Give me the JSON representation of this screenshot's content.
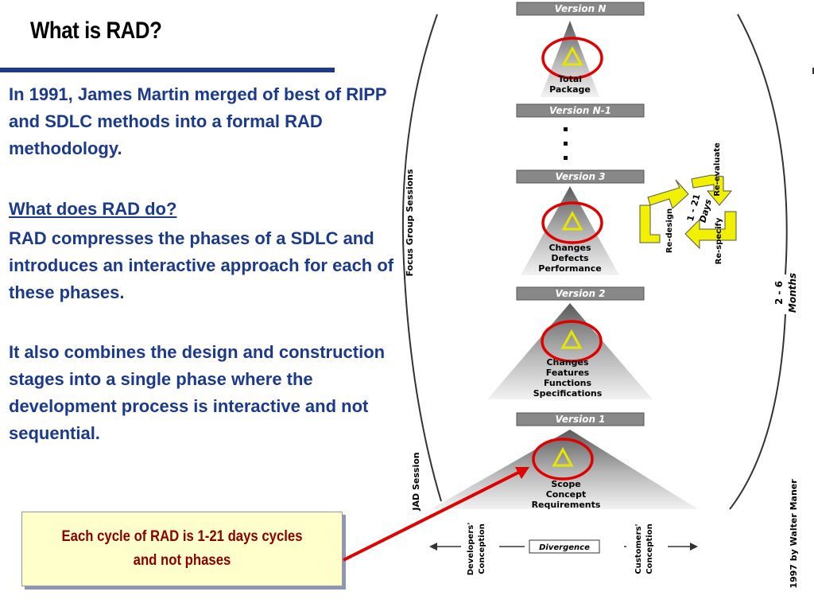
{
  "slide": {
    "title": "What is RAD?",
    "paragraph1": "In 1991, James Martin merged of best of  RIPP and SDLC methods into a formal RAD methodology.",
    "question": "What does RAD do?",
    "paragraph2": "RAD compresses the phases of a SDLC and introduces an interactive approach for each of these phases.",
    "paragraph3": "It also combines the design and construction stages into a single phase where the development process is interactive and not sequential.",
    "callout": "Each cycle of RAD is 1-21 days cycles and not phases"
  },
  "diagram": {
    "versions": [
      "Version N",
      "Version N-1",
      "Version 3",
      "Version 2",
      "Version 1"
    ],
    "stages": [
      [
        "Total",
        "Package"
      ],
      [
        "Changes",
        "Defects",
        "Performance"
      ],
      [
        "Changes",
        "Features",
        "Functions",
        "Specifications"
      ],
      [
        "Scope",
        "Concept",
        "Requirements"
      ]
    ],
    "focus_group": "Focus Group Sessions",
    "jad": "JAD Session",
    "months": [
      "2 - 6",
      "Months"
    ],
    "cycle": {
      "days": [
        "1 - 21",
        "Days"
      ],
      "re_evaluate": "Re-evaluate",
      "re_design": "Re-design",
      "re_specify": "Re-specify"
    },
    "divergence": "Divergence",
    "developers": [
      "Developers'",
      "Conception"
    ],
    "customers": [
      "Customers'",
      "Conception"
    ],
    "copyright": "1997 by Walter Maner"
  },
  "colors": {
    "heading_blue": "#1b3a8c",
    "callout_text": "#8b0000",
    "callout_bg": "#ffffcc",
    "highlight_red": "#e00000",
    "arrow_yellow": "#f0f000"
  }
}
